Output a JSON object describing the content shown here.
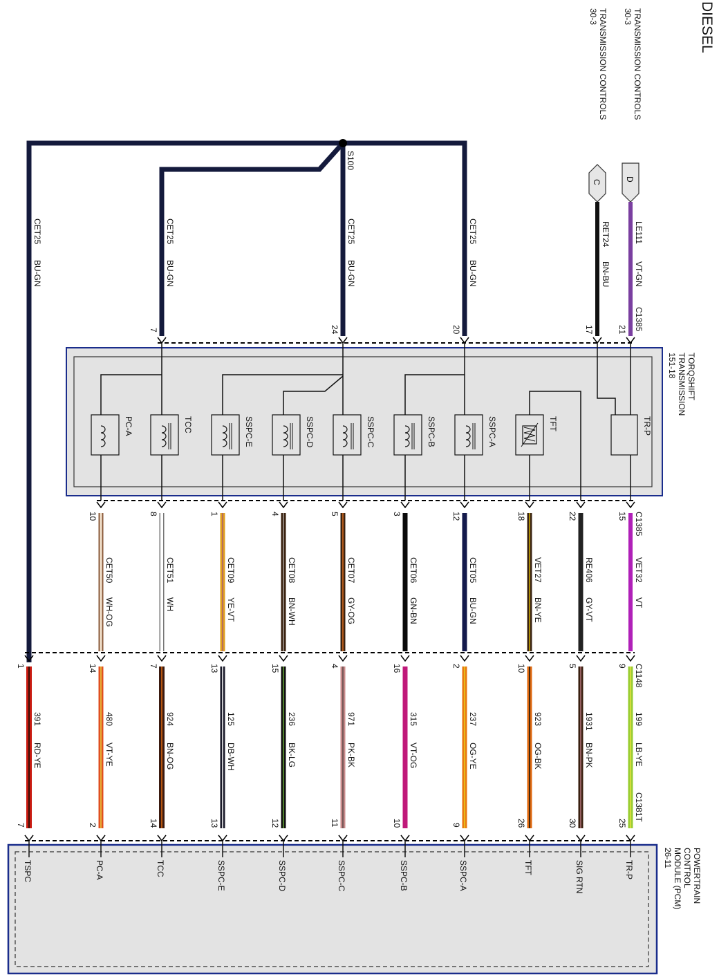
{
  "title": "DIESEL",
  "refs": {
    "transmission_controls_d": {
      "line1": "TRANSMISSION CONTROLS",
      "line2": "30-3",
      "tag": "D"
    },
    "transmission_controls_c": {
      "line1": "TRANSMISSION CONTROLS",
      "line2": "30-3",
      "tag": "C"
    }
  },
  "splice": "S100",
  "transmission": {
    "line1": "TORQSHIFT",
    "line2": "TRANSMISSION",
    "line3": "151-18",
    "components": [
      "TR-P",
      "TFT",
      "SSPC-A",
      "SSPC-B",
      "SSPC-C",
      "SSPC-D",
      "SSPC-E",
      "TCC",
      "PC-A"
    ]
  },
  "pcm": {
    "line1": "POWERTRAIN",
    "line2": "CONTROL",
    "line3": "MODULE (PCM)",
    "line4": "26-11",
    "pins": [
      "TR-P",
      "SIG RTN",
      "TFT",
      "SSPC-A",
      "SSPC-B",
      "SSPC-C",
      "SSPC-D",
      "SSPC-E",
      "TCC",
      "PC-A",
      "TSPC"
    ]
  },
  "connectors": {
    "top": "C1385",
    "mid": "C1385",
    "c1148": "C1148",
    "c1381": "C1381T"
  },
  "top_wires": [
    {
      "circuit": "LE111",
      "color": "VT-GN",
      "pin": "21"
    },
    {
      "circuit": "RET24",
      "color": "BN-BU",
      "pin": "17"
    },
    {
      "circuit": "CET25",
      "color": "BU-GN",
      "pin": "20"
    },
    {
      "circuit": "CET25",
      "color": "BU-GN",
      "pin": "24"
    },
    {
      "circuit": "CET25",
      "color": "BU-GN",
      "pin": "7"
    },
    {
      "circuit": "CET25",
      "color": "BU-GN",
      "pin": ""
    }
  ],
  "mid_wires": [
    {
      "circuit": "VET32",
      "color": "VT",
      "pin": "15"
    },
    {
      "circuit": "RE406",
      "color": "GY-VT",
      "pin": "22"
    },
    {
      "circuit": "VET27",
      "color": "BN-YE",
      "pin": "18"
    },
    {
      "circuit": "CET05",
      "color": "BU-GN",
      "pin": "12"
    },
    {
      "circuit": "CET06",
      "color": "GN-BN",
      "pin": "3"
    },
    {
      "circuit": "CET07",
      "color": "GY-OG",
      "pin": "5"
    },
    {
      "circuit": "CET08",
      "color": "BN-WH",
      "pin": "4"
    },
    {
      "circuit": "CET09",
      "color": "YE-VT",
      "pin": "1"
    },
    {
      "circuit": "CET51",
      "color": "WH",
      "pin": "8"
    },
    {
      "circuit": "CET50",
      "color": "WH-OG",
      "pin": "10"
    }
  ],
  "low_wires": [
    {
      "circuit": "199",
      "color": "LB-YE",
      "pin_top": "9",
      "pin_bottom": "25"
    },
    {
      "circuit": "1931",
      "color": "BN-PK",
      "pin_top": "5",
      "pin_bottom": "30"
    },
    {
      "circuit": "923",
      "color": "OG-BK",
      "pin_top": "10",
      "pin_bottom": "26"
    },
    {
      "circuit": "237",
      "color": "OG-YE",
      "pin_top": "2",
      "pin_bottom": "9"
    },
    {
      "circuit": "315",
      "color": "VT-OG",
      "pin_top": "16",
      "pin_bottom": "10"
    },
    {
      "circuit": "971",
      "color": "PK-BK",
      "pin_top": "4",
      "pin_bottom": "11"
    },
    {
      "circuit": "236",
      "color": "BK-LG",
      "pin_top": "15",
      "pin_bottom": "12"
    },
    {
      "circuit": "125",
      "color": "DB-WH",
      "pin_top": "13",
      "pin_bottom": "13"
    },
    {
      "circuit": "924",
      "color": "BN-OG",
      "pin_top": "7",
      "pin_bottom": "14"
    },
    {
      "circuit": "480",
      "color": "VT-YE",
      "pin_top": "14",
      "pin_bottom": "2"
    },
    {
      "circuit": "391",
      "color": "RD-YE",
      "pin_top": "1",
      "pin_bottom": "7"
    }
  ]
}
